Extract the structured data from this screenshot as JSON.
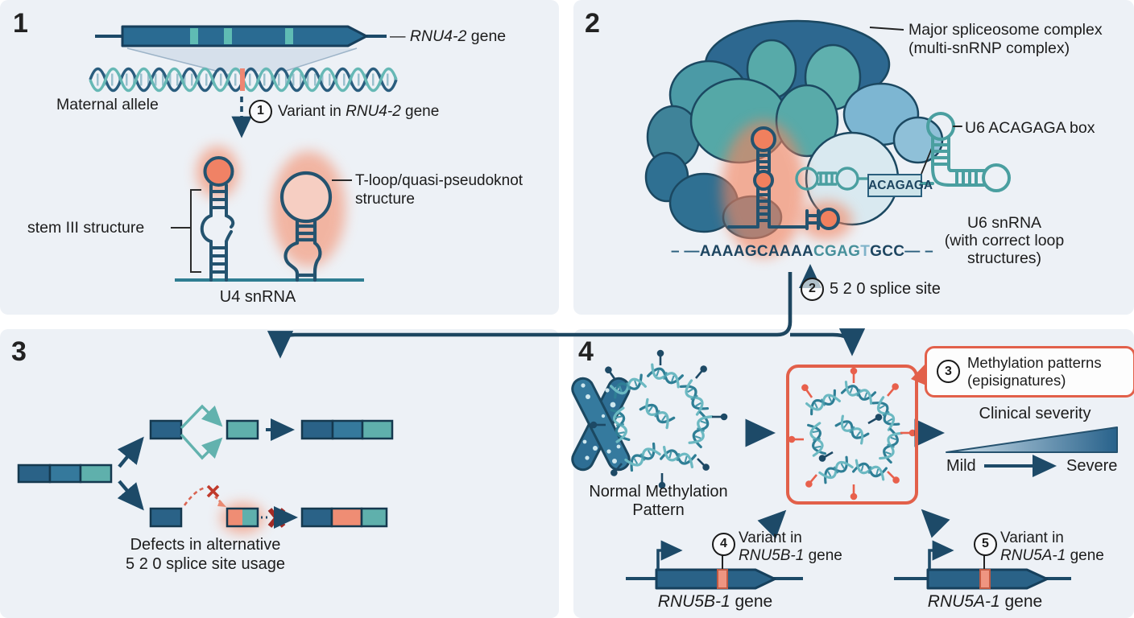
{
  "colors": {
    "panel_bg": "#edf1f6",
    "canvas_bg": "#ffffff",
    "navy_line": "#1d4a68",
    "outline_dark": "#16405c",
    "bar_dark": "#2a6287",
    "bar_mid": "#35799c",
    "teal": "#5fb0ac",
    "teal_line": "#4a9fa0",
    "salmon": "#ef8d74",
    "glow_orange": "#f4764d",
    "accent_red": "#e2604a",
    "dark_red_x": "#a22b25",
    "text": "#1c1c1c",
    "sequence_navy": "#1d4560",
    "light_blob": "#d9e9f0"
  },
  "panel1": {
    "number": "1",
    "gene_label": {
      "dash": "—",
      "gene": "RNU4-2",
      "suffix": " gene"
    },
    "maternal_allele": "Maternal allele",
    "step1": {
      "num": "1",
      "prefix": "Variant in ",
      "gene": "RNU4-2",
      "suffix": " gene"
    },
    "stem_label": "stem III structure",
    "tloop_line1": "T-loop/quasi-pseudoknot",
    "tloop_line2": "structure",
    "u4_label": "U4 snRNA"
  },
  "panel2": {
    "number": "2",
    "complex_line1": "Major spliceosome complex",
    "complex_line2": "(multi-snRNP complex)",
    "acagaga": "ACAGAGA",
    "u6_box_label": "U6 ACAGAGA box",
    "u6_line1": "U6 snRNA",
    "u6_line2": "(with correct loop",
    "u6_line3": "structures)",
    "sequence": {
      "dash_left": "– —",
      "part1": "AAAAGCAAAA",
      "part2": "CGAG",
      "part2b": "T",
      "part3": "GCC",
      "dash_right": "— –"
    },
    "step2": {
      "num": "2",
      "label": "5 2 0 splice site"
    }
  },
  "panel3": {
    "number": "3",
    "caption_line1": "Defects in alternative",
    "caption_line2": "5 2 0 splice site usage"
  },
  "panel4": {
    "number": "4",
    "normal_line1": "Normal Methylation",
    "normal_line2": "Pattern",
    "step3": {
      "num": "3",
      "line1": "Methylation patterns",
      "line2": "(episignatures)"
    },
    "severity_title": "Clinical severity",
    "mild": "Mild",
    "severe": "Severe",
    "step4": {
      "num": "4",
      "line1": "Variant in",
      "gene": "RNU5B-1",
      "suffix": " gene"
    },
    "gene_b": {
      "gene": "RNU5B-1",
      "suffix": " gene"
    },
    "step5": {
      "num": "5",
      "line1": "Variant in",
      "gene": "RNU5A-1",
      "suffix": " gene"
    },
    "gene_a": {
      "gene": "RNU5A-1",
      "suffix": " gene"
    }
  }
}
